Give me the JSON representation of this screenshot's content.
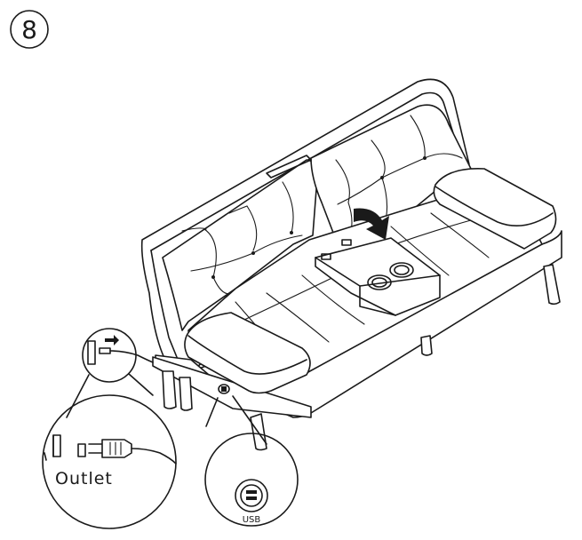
{
  "step": {
    "number": "8"
  },
  "callouts": {
    "outlet_label": "Outlet",
    "usb_label": "USB"
  }
}
